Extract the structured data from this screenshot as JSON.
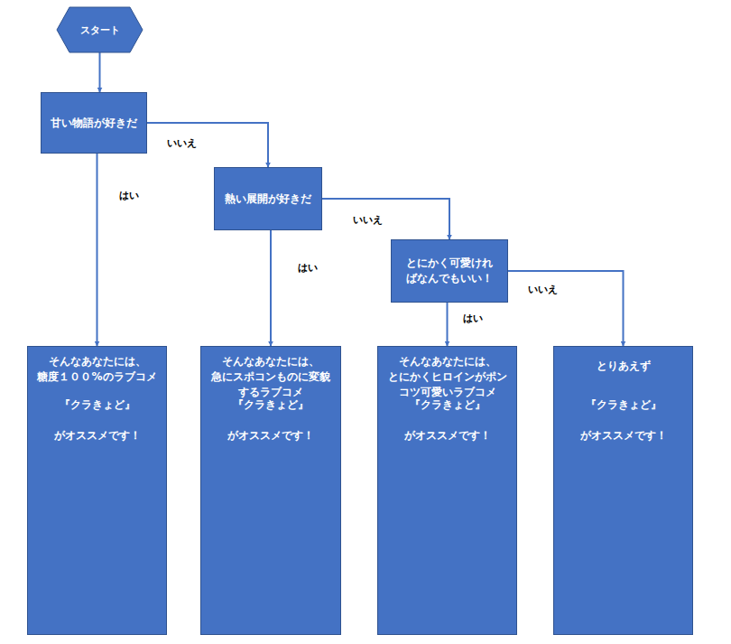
{
  "diagram": {
    "nodes": [
      {
        "text": [
          "スタート"
        ]
      },
      {
        "text": [
          "甘い物語が好きだ"
        ]
      },
      {
        "text": [
          "熱い展開が好きだ"
        ]
      },
      {
        "text": [
          "とにかく可愛ければなんでもいい！"
        ]
      },
      {
        "text": [
          "そんなあなたには、 糖度１００%のラブコメ",
          "『クラきょど』",
          "がオススメです！"
        ]
      },
      {
        "text": [
          "そんなあなたには、 急にスポコンものに変貌するラブコメ",
          "『クラきょど』",
          "がオススメです！"
        ]
      },
      {
        "text": [
          "そんなあなたには、 とにかくヒロインがポンコツ可愛いラブコメ",
          "『クラきょど』",
          "がオススメです！"
        ]
      },
      {
        "text": [
          "とりあえず",
          "『クラきょど』",
          "がオススメです！"
        ]
      }
    ],
    "edges": [
      {
        "from": 0,
        "to": 1,
        "arrow": "to"
      },
      {
        "from": 1,
        "to": 4,
        "label": "はい",
        "arrow": "to"
      },
      {
        "from": 1,
        "to": 2,
        "label": "いいえ",
        "arrow": "to"
      },
      {
        "from": 2,
        "to": 5,
        "label": "はい",
        "arrow": "to"
      },
      {
        "from": 2,
        "to": 3,
        "label": "いいえ",
        "arrow": "to"
      },
      {
        "from": 3,
        "to": 6,
        "label": "はい",
        "arrow": "to"
      },
      {
        "from": 3,
        "to": 7,
        "label": "いいえ",
        "arrow": "to"
      }
    ]
  }
}
